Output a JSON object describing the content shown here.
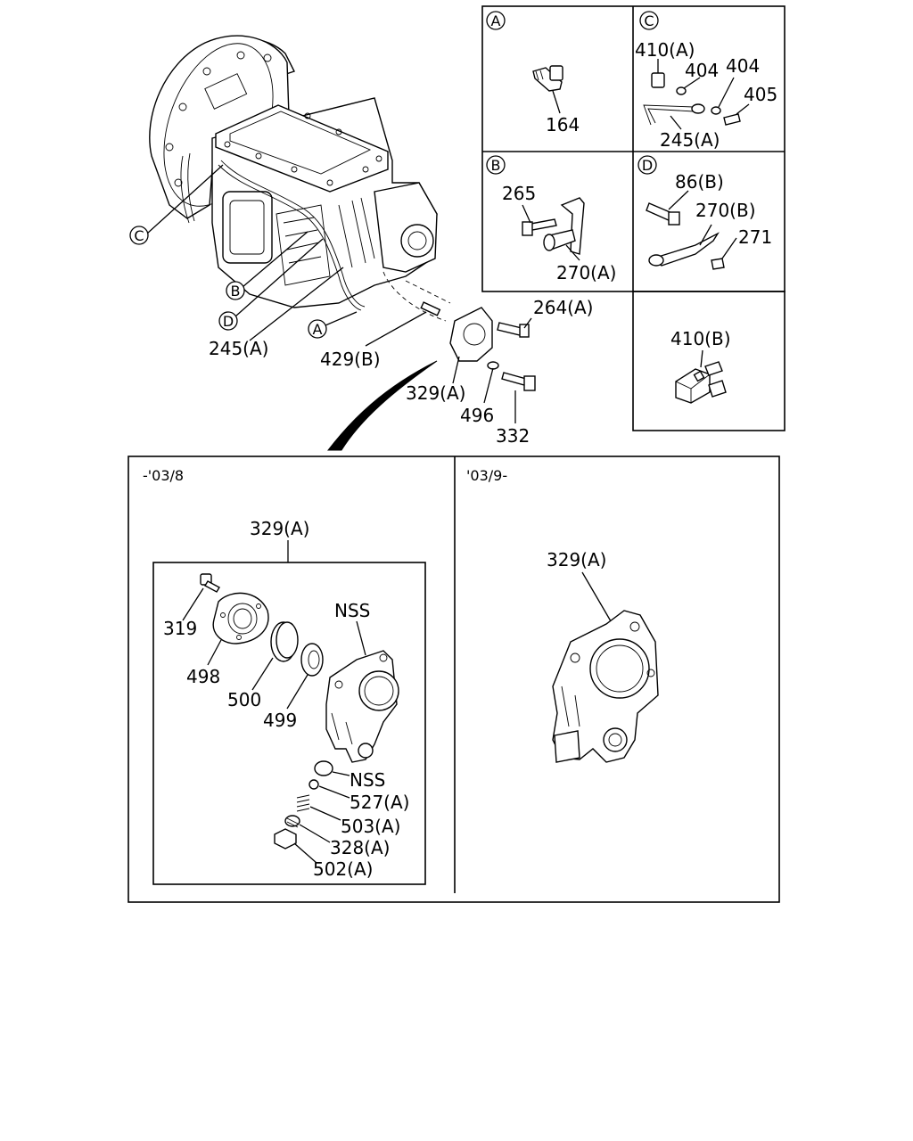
{
  "transmission": {
    "callouts": [
      {
        "id": "c-circle",
        "text": "C"
      },
      {
        "id": "b-circle",
        "text": "B"
      },
      {
        "id": "d-circle",
        "text": "D"
      },
      {
        "id": "a-circle",
        "text": "A"
      }
    ],
    "labels": {
      "l245a": "245(A)",
      "l429b": "429(B)",
      "l264a": "264(A)",
      "l329a": "329(A)",
      "l496": "496",
      "l332": "332"
    }
  },
  "detail_boxes": {
    "a": {
      "letter": "A",
      "labels": [
        "164"
      ]
    },
    "c": {
      "letter": "C",
      "labels": [
        "410(A)",
        "404",
        "404",
        "405",
        "245(A)"
      ]
    },
    "b": {
      "letter": "B",
      "labels": [
        "265",
        "270(A)"
      ]
    },
    "d": {
      "letter": "D",
      "labels": [
        "86(B)",
        "270(B)",
        "271"
      ]
    },
    "e": {
      "labels": [
        "410(B)"
      ]
    }
  },
  "lower_panel": {
    "left": {
      "period": "-'03/8",
      "title": "329(A)",
      "labels": [
        "319",
        "498",
        "500",
        "499",
        "NSS",
        "NSS",
        "527(A)",
        "503(A)",
        "328(A)",
        "502(A)"
      ]
    },
    "right": {
      "period": "'03/9-",
      "title": "329(A)"
    }
  }
}
